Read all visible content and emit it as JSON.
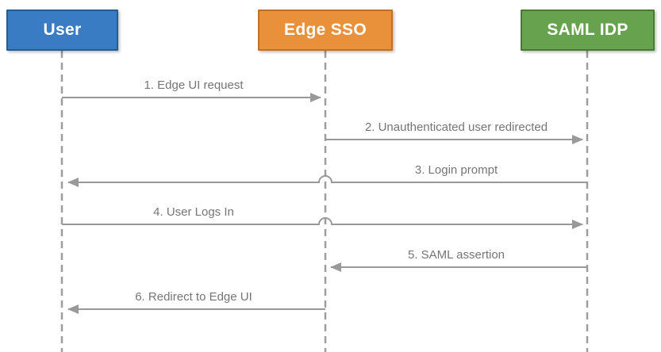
{
  "diagram": {
    "type": "sequence-diagram",
    "background_color": "#ffffff",
    "arrow_color": "#999999",
    "lifeline_color": "#9e9e9e",
    "label_color": "#757575"
  },
  "actors": [
    {
      "label": "User",
      "fill": "#3a7cc3",
      "border": "#265c8e",
      "text_color": "#ffffff"
    },
    {
      "label": "Edge SSO",
      "fill": "#e8913a",
      "border": "#bf7226",
      "text_color": "#ffffff"
    },
    {
      "label": "SAML IDP",
      "fill": "#67a24e",
      "border": "#487a33",
      "text_color": "#ffffff"
    }
  ],
  "messages": [
    {
      "label": "1. Edge UI request",
      "from": "User",
      "to": "Edge SSO",
      "direction": "right"
    },
    {
      "label": "2. Unauthenticated user redirected",
      "from": "Edge SSO",
      "to": "SAML IDP",
      "direction": "right"
    },
    {
      "label": "3. Login prompt",
      "from": "SAML IDP",
      "to": "User",
      "direction": "left"
    },
    {
      "label": "4. User Logs In",
      "from": "User",
      "to": "SAML IDP",
      "direction": "right"
    },
    {
      "label": "5. SAML assertion",
      "from": "SAML IDP",
      "to": "Edge SSO",
      "direction": "left"
    },
    {
      "label": "6. Redirect to Edge UI",
      "from": "Edge SSO",
      "to": "User",
      "direction": "left"
    }
  ]
}
